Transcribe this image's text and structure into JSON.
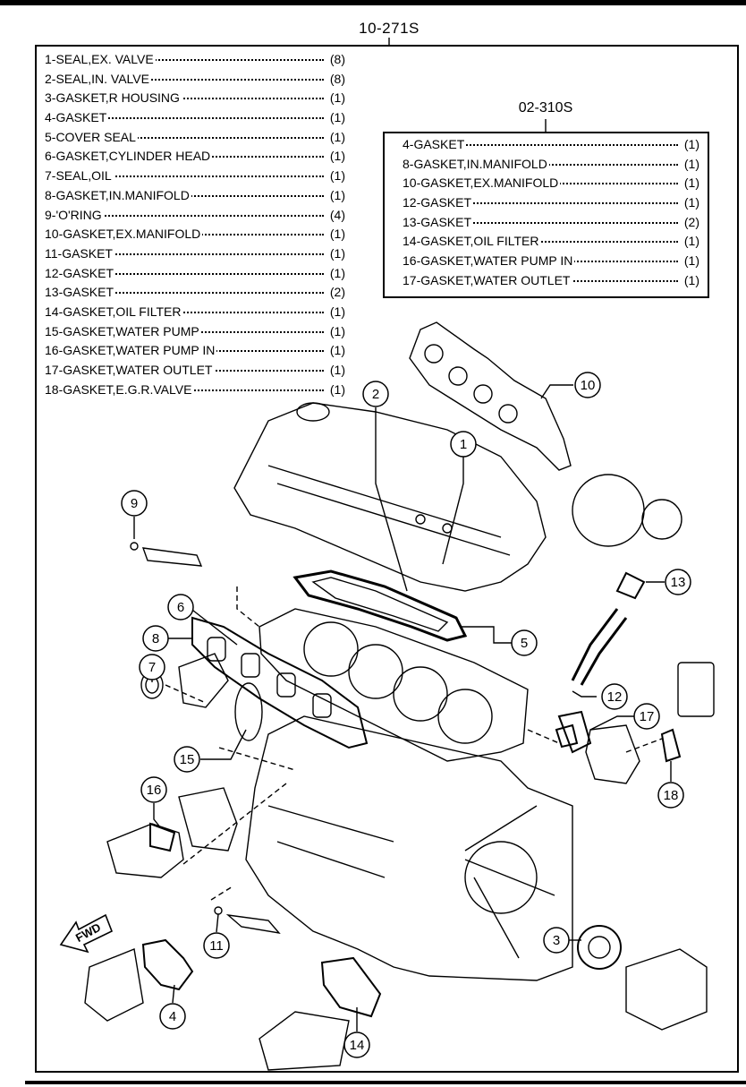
{
  "kit_main": {
    "code": "10-271S",
    "items": [
      {
        "label": "1-SEAL,EX. VALVE",
        "qty": "(8)"
      },
      {
        "label": "2-SEAL,IN. VALVE",
        "qty": "(8)"
      },
      {
        "label": "3-GASKET,R HOUSING",
        "qty": "(1)"
      },
      {
        "label": "4-GASKET",
        "qty": "(1)"
      },
      {
        "label": "5-COVER SEAL",
        "qty": "(1)"
      },
      {
        "label": "6-GASKET,CYLINDER HEAD",
        "qty": "(1)"
      },
      {
        "label": "7-SEAL,OIL",
        "qty": "(1)"
      },
      {
        "label": "8-GASKET,IN.MANIFOLD",
        "qty": "(1)"
      },
      {
        "label": "9-'O'RING",
        "qty": "(4)"
      },
      {
        "label": "10-GASKET,EX.MANIFOLD",
        "qty": "(1)"
      },
      {
        "label": "11-GASKET",
        "qty": "(1)"
      },
      {
        "label": "12-GASKET",
        "qty": "(1)"
      },
      {
        "label": "13-GASKET",
        "qty": "(2)"
      },
      {
        "label": "14-GASKET,OIL FILTER",
        "qty": "(1)"
      },
      {
        "label": "15-GASKET,WATER PUMP",
        "qty": "(1)"
      },
      {
        "label": "16-GASKET,WATER PUMP IN",
        "qty": "(1)"
      },
      {
        "label": "17-GASKET,WATER OUTLET",
        "qty": "(1)"
      },
      {
        "label": "18-GASKET,E.G.R.VALVE",
        "qty": "(1)"
      }
    ]
  },
  "kit_sub": {
    "code": "02-310S",
    "items": [
      {
        "label": "4-GASKET",
        "qty": "(1)"
      },
      {
        "label": "8-GASKET,IN.MANIFOLD",
        "qty": "(1)"
      },
      {
        "label": "10-GASKET,EX.MANIFOLD",
        "qty": "(1)"
      },
      {
        "label": "12-GASKET",
        "qty": "(1)"
      },
      {
        "label": "13-GASKET",
        "qty": "(2)"
      },
      {
        "label": "14-GASKET,OIL FILTER",
        "qty": "(1)"
      },
      {
        "label": "16-GASKET,WATER PUMP IN",
        "qty": "(1)"
      },
      {
        "label": "17-GASKET,WATER OUTLET",
        "qty": "(1)"
      }
    ]
  },
  "diagram": {
    "fwd_label": "FWD",
    "callouts": [
      "1",
      "2",
      "3",
      "4",
      "5",
      "6",
      "7",
      "8",
      "9",
      "10",
      "11",
      "12",
      "13",
      "14",
      "15",
      "16",
      "17",
      "18"
    ]
  }
}
